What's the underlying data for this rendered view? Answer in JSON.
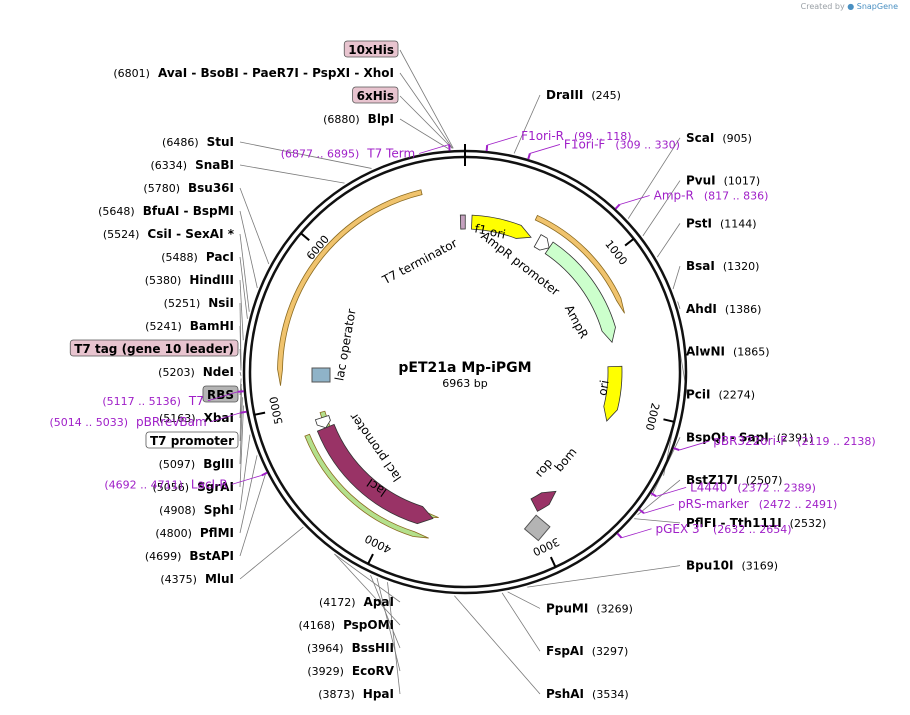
{
  "credit": {
    "prefix": "Created by",
    "brand": "SnapGene"
  },
  "plasmid": {
    "name": "pET21a Mp-iPGM",
    "size_label": "6963 bp",
    "length": 6963
  },
  "ticks": [
    {
      "pos": 1000,
      "label": "1000"
    },
    {
      "pos": 2000,
      "label": "2000"
    },
    {
      "pos": 3000,
      "label": "3000"
    },
    {
      "pos": 4000,
      "label": "4000"
    },
    {
      "pos": 5000,
      "label": "5000"
    },
    {
      "pos": 6000,
      "label": "6000"
    }
  ],
  "features": [
    {
      "name": "T7 terminator",
      "start": 6930,
      "end": 6965,
      "dir": -1,
      "color": "#c5a1bf",
      "arrow": false
    },
    {
      "name": "f1 ori",
      "start": 50,
      "end": 505,
      "dir": 1,
      "color": "#ffff00",
      "arrow": true
    },
    {
      "name": "AmpR promoter",
      "start": 560,
      "end": 660,
      "dir": 1,
      "color": "#ffffff",
      "arrow": true
    },
    {
      "name": "AmpR",
      "start": 660,
      "end": 1520,
      "dir": 1,
      "color": "#ccffcc",
      "arrow": true
    },
    {
      "name": "ori",
      "start": 1700,
      "end": 2110,
      "dir": 1,
      "color": "#ffff00",
      "arrow": true
    },
    {
      "name": "bom",
      "start": 2420,
      "end": 2560,
      "dir": 0,
      "color": "#b4b4b4",
      "arrow": false
    },
    {
      "name": "rop",
      "start": 2760,
      "end": 2950,
      "dir": -1,
      "color": "#993366",
      "arrow": true
    },
    {
      "name": "lacI",
      "start": 3720,
      "end": 4800,
      "dir": -1,
      "color": "#993366",
      "arrow": true
    },
    {
      "name": "lacI promoter",
      "start": 4800,
      "end": 4880,
      "dir": -1,
      "color": "#ffffff",
      "arrow": true
    },
    {
      "name": "lac operator",
      "start": 5145,
      "end": 5160,
      "dir": 0,
      "color": "#8fb3c8",
      "arrow": false
    }
  ],
  "orfs": [
    {
      "start": 480,
      "end": 1350,
      "dir": 1,
      "color": "#f0c36d"
    },
    {
      "start": 3720,
      "end": 4800,
      "dir": -1,
      "color": "#b4e08c"
    },
    {
      "start": 3680,
      "end": 4920,
      "dir": -1,
      "color": "#b4e08c"
    },
    {
      "start": 5140,
      "end": 6700,
      "dir": -1,
      "color": "#f0c36d"
    }
  ],
  "sites": [
    {
      "name": "BlpI",
      "pos": "(6880)",
      "loc": 6880
    },
    {
      "name": "6xHis",
      "pos": "",
      "loc": 6900,
      "box": "pink"
    },
    {
      "name": "AvaI - BsoBI - PaeR7I - PspXI - XhoI",
      "pos": "(6801)",
      "loc": 6901
    },
    {
      "name": "10xHis",
      "pos": "",
      "loc": 6905,
      "box": "pink"
    },
    {
      "name": "StuI",
      "pos": "(6486)",
      "loc": 6486
    },
    {
      "name": "SnaBI",
      "pos": "(6334)",
      "loc": 6334
    },
    {
      "name": "Bsu36I",
      "pos": "(5780)",
      "loc": 5780
    },
    {
      "name": "BfuAI - BspMI",
      "pos": "(5648)",
      "loc": 5648
    },
    {
      "name": "CsiI - SexAI *",
      "pos": "(5524)",
      "loc": 5524
    },
    {
      "name": "PacI",
      "pos": "(5488)",
      "loc": 5488
    },
    {
      "name": "HindIII",
      "pos": "(5380)",
      "loc": 5380
    },
    {
      "name": "NsiI",
      "pos": "(5251)",
      "loc": 5251
    },
    {
      "name": "BamHI",
      "pos": "(5241)",
      "loc": 5241
    },
    {
      "name": "T7 tag (gene 10 leader)",
      "pos": "",
      "loc": 5230,
      "box": "pink"
    },
    {
      "name": "NdeI",
      "pos": "(5203)",
      "loc": 5203
    },
    {
      "name": "RBS",
      "pos": "",
      "loc": 5190,
      "box": "gray"
    },
    {
      "name": "XbaI",
      "pos": "(5163)",
      "loc": 5163
    },
    {
      "name": "T7 promoter",
      "pos": "",
      "loc": 5140,
      "box": "white"
    },
    {
      "name": "BglII",
      "pos": "(5097)",
      "loc": 5097
    },
    {
      "name": "SgrAI",
      "pos": "(5056)",
      "loc": 5056
    },
    {
      "name": "SphI",
      "pos": "(4908)",
      "loc": 4908
    },
    {
      "name": "PflMI",
      "pos": "(4800)",
      "loc": 4800
    },
    {
      "name": "BstAPI",
      "pos": "(4699)",
      "loc": 4699
    },
    {
      "name": "MluI",
      "pos": "(4375)",
      "loc": 4375
    },
    {
      "name": "ApaI",
      "pos": "(4172)",
      "loc": 4172
    },
    {
      "name": "PspOMI",
      "pos": "(4168)",
      "loc": 4168
    },
    {
      "name": "BssHII",
      "pos": "(3964)",
      "loc": 3964
    },
    {
      "name": "EcoRV",
      "pos": "(3929)",
      "loc": 3929
    },
    {
      "name": "HpaI",
      "pos": "(3873)",
      "loc": 3873
    },
    {
      "name": "PshAI",
      "pos": "(3534)",
      "loc": 3534
    },
    {
      "name": "FspAI",
      "pos": "(3297)",
      "loc": 3297
    },
    {
      "name": "PpuMI",
      "pos": "(3269)",
      "loc": 3269
    },
    {
      "name": "Bpu10I",
      "pos": "(3169)",
      "loc": 3169
    },
    {
      "name": "PflFI - Tth111I",
      "pos": "(2532)",
      "loc": 2532
    },
    {
      "name": "BstZ17I",
      "pos": "(2507)",
      "loc": 2507
    },
    {
      "name": "BspQI - SapI",
      "pos": "(2391)",
      "loc": 2391
    },
    {
      "name": "PciI",
      "pos": "(2274)",
      "loc": 2274
    },
    {
      "name": "AlwNI",
      "pos": "(1865)",
      "loc": 1865
    },
    {
      "name": "AhdI",
      "pos": "(1386)",
      "loc": 1386
    },
    {
      "name": "BsaI",
      "pos": "(1320)",
      "loc": 1320
    },
    {
      "name": "PstI",
      "pos": "(1144)",
      "loc": 1144
    },
    {
      "name": "PvuI",
      "pos": "(1017)",
      "loc": 1017
    },
    {
      "name": "ScaI",
      "pos": "(905)",
      "loc": 905
    },
    {
      "name": "DraIII",
      "pos": "(245)",
      "loc": 245
    }
  ],
  "primers": [
    {
      "name": "T7 Term",
      "range": "(6877 .. 6895)",
      "loc": 6886
    },
    {
      "name": "F1ori-R",
      "range": "(99 .. 118)",
      "loc": 108
    },
    {
      "name": "F1ori-F",
      "range": "(309 .. 330)",
      "loc": 320
    },
    {
      "name": "Amp-R",
      "range": "(817 .. 836)",
      "loc": 826
    },
    {
      "name": "pBR322ori-F",
      "range": "(2119 .. 2138)",
      "loc": 2128
    },
    {
      "name": "L4440",
      "range": "(2372 .. 2389)",
      "loc": 2380
    },
    {
      "name": "pRS-marker",
      "range": "(2472 .. 2491)",
      "loc": 2481
    },
    {
      "name": "pGEX 3'",
      "range": "(2632 .. 2654)",
      "loc": 2643
    },
    {
      "name": "LacI-R",
      "range": "(4692 .. 4711)",
      "loc": 4701
    },
    {
      "name": "pBRrevBam",
      "range": "(5014 .. 5033)",
      "loc": 5023
    },
    {
      "name": "T7",
      "range": "(5117 .. 5136)",
      "loc": 5126
    }
  ],
  "colors": {
    "backbone": "#111111",
    "primer": "#a020c8",
    "leader": "#7a7a7a",
    "pink_box": "#e8c4cf",
    "gray_box": "#b4b4b4"
  }
}
